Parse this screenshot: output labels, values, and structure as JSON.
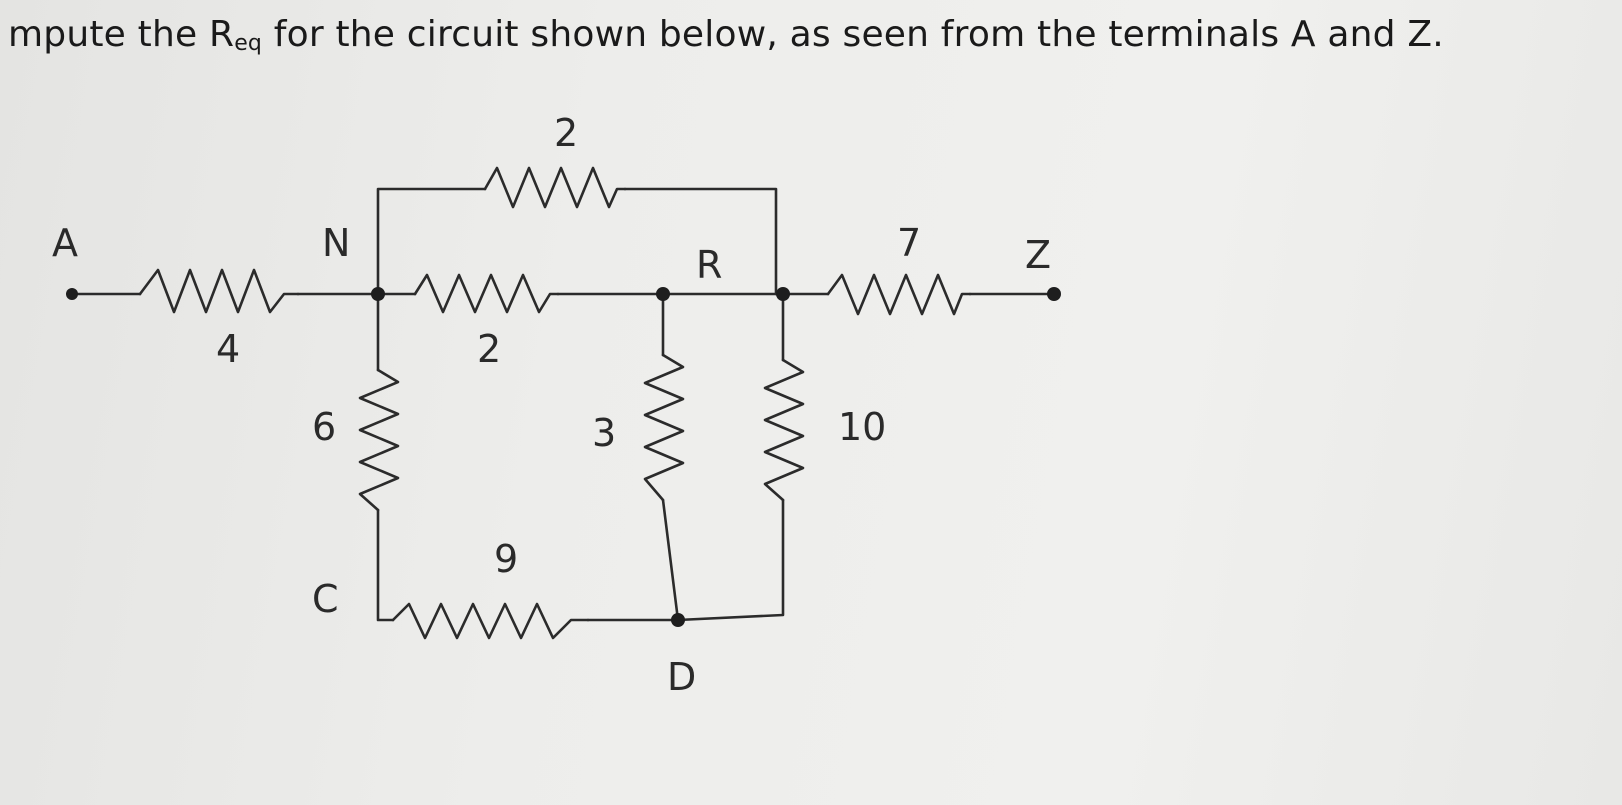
{
  "question": {
    "prefix": "mpute the R",
    "subscript": "eq",
    "suffix": " for the circuit shown below, as seen from the terminals A and Z."
  },
  "circuit": {
    "terminals": [
      "A",
      "Z"
    ],
    "nodes": [
      "N",
      "R",
      "C",
      "D"
    ],
    "resistors": [
      {
        "id": "r-A-N",
        "value": "4",
        "between": [
          "A",
          "N"
        ]
      },
      {
        "id": "r-N-R-top",
        "value": "2",
        "between": [
          "N",
          "R"
        ]
      },
      {
        "id": "r-N-mid",
        "value": "2",
        "between": [
          "N",
          "mid"
        ]
      },
      {
        "id": "r-R-Z",
        "value": "7",
        "between": [
          "R",
          "Z"
        ]
      },
      {
        "id": "r-N-C",
        "value": "6",
        "between": [
          "N",
          "C"
        ]
      },
      {
        "id": "r-C-D",
        "value": "9",
        "between": [
          "C",
          "D"
        ]
      },
      {
        "id": "r-mid-D",
        "value": "3",
        "between": [
          "mid",
          "D"
        ]
      },
      {
        "id": "r-R-D",
        "value": "10",
        "between": [
          "R",
          "D"
        ]
      }
    ],
    "labels": {
      "A": "A",
      "N": "N",
      "R": "R",
      "Z": "Z",
      "C": "C",
      "D": "D",
      "r_AN": "4",
      "r_top": "2",
      "r_mid": "2",
      "r_RZ": "7",
      "r_6": "6",
      "r_3": "3",
      "r_10": "10",
      "r_9": "9"
    }
  }
}
